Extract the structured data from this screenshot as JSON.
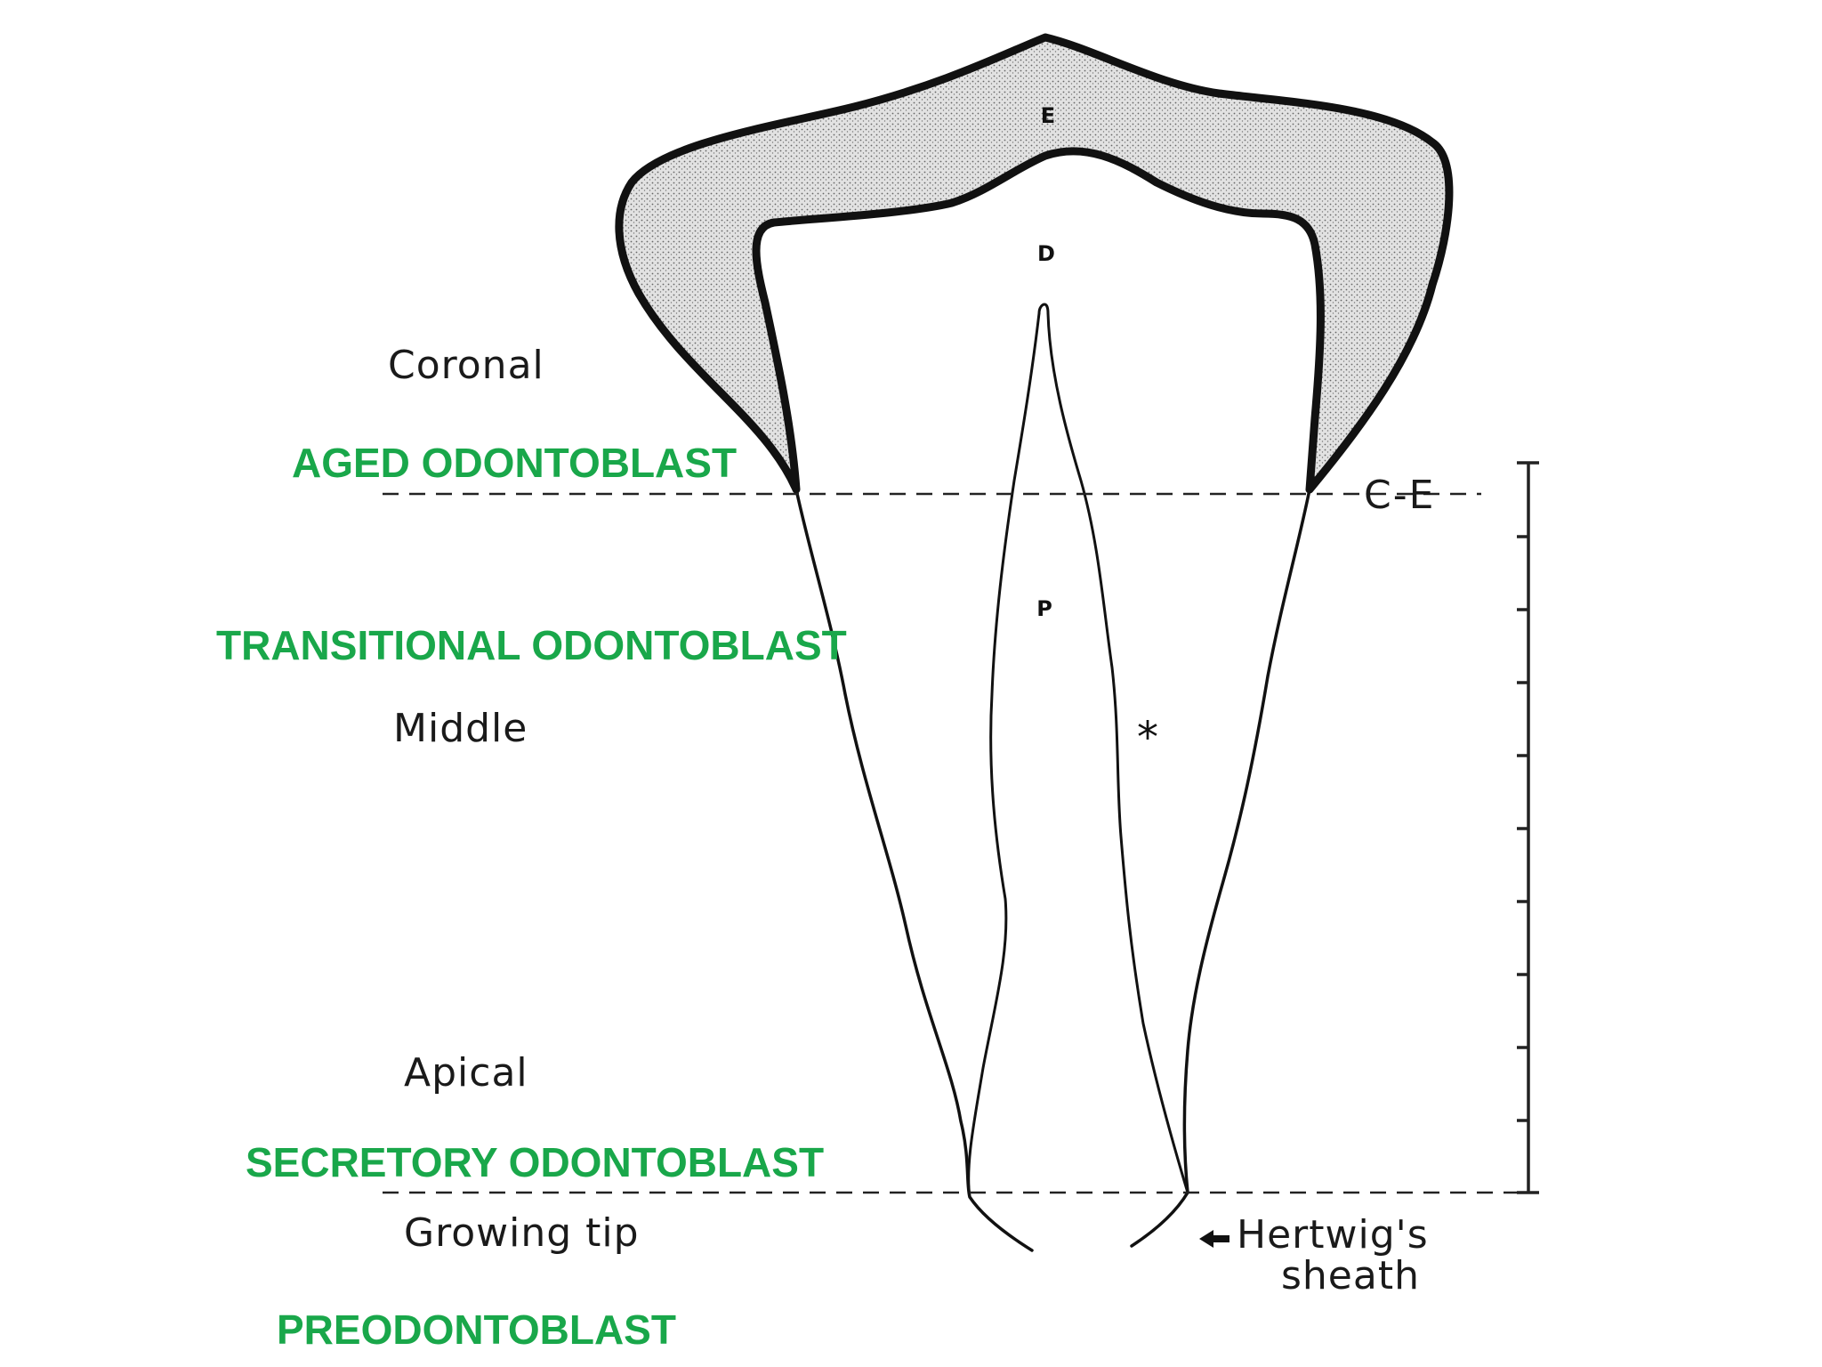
{
  "zones": {
    "coronal": "Coronal",
    "middle": "Middle",
    "apical": "Apical",
    "growing_tip": "Growing tip"
  },
  "stages": {
    "aged": "AGED ODONTOBLAST",
    "transitional": "TRANSITIONAL ODONTOBLAST",
    "secretory": "SECRETORY ODONTOBLAST",
    "preodontoblast": "PREODONTOBLAST"
  },
  "tooth_labels": {
    "enamel": "E",
    "dentin": "D",
    "pulp": "P",
    "asterisk": "*"
  },
  "ce_label": "C-E",
  "hertwig": {
    "line1": "Hertwig's",
    "line2": "sheath"
  },
  "colors": {
    "stage_text": "#19a74a",
    "enamel_fill": "#d8d8d8",
    "outline": "#111111"
  }
}
